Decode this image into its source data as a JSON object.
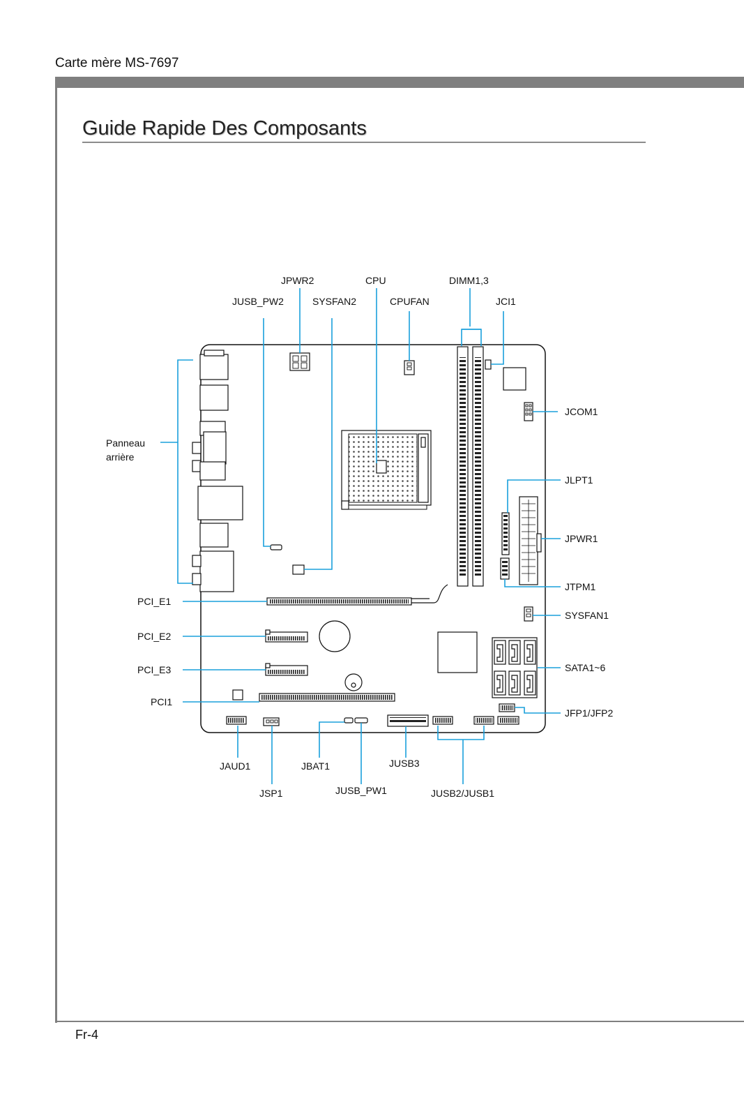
{
  "header": {
    "text": "Carte mère MS-7697"
  },
  "title": "Guide Rapide Des Composants",
  "page_number": "Fr-4",
  "labels": {
    "jpwr2": "JPWR2",
    "cpu": "CPU",
    "dimm": "DIMM1,3",
    "jusb_pw2": "JUSB_PW2",
    "sysfan2": "SYSFAN2",
    "cpufan": "CPUFAN",
    "jci1": "JCI1",
    "jcom1": "JCOM1",
    "panneau": "Panneau",
    "arriere": "arrière",
    "jlpt1": "JLPT1",
    "jpwr1": "JPWR1",
    "jtpm1": "JTPM1",
    "pci_e1": "PCI_E1",
    "sysfan1": "SYSFAN1",
    "pci_e2": "PCI_E2",
    "sata": "SATA1~6",
    "pci_e3": "PCI_E3",
    "pci1": "PCI1",
    "jfp": "JFP1/JFP2",
    "jaud1": "JAUD1",
    "jbat1": "JBAT1",
    "jusb3": "JUSB3",
    "jsp1": "JSP1",
    "jusb_pw1": "JUSB_PW1",
    "jusb2_jusb1": "JUSB2/JUSB1"
  }
}
